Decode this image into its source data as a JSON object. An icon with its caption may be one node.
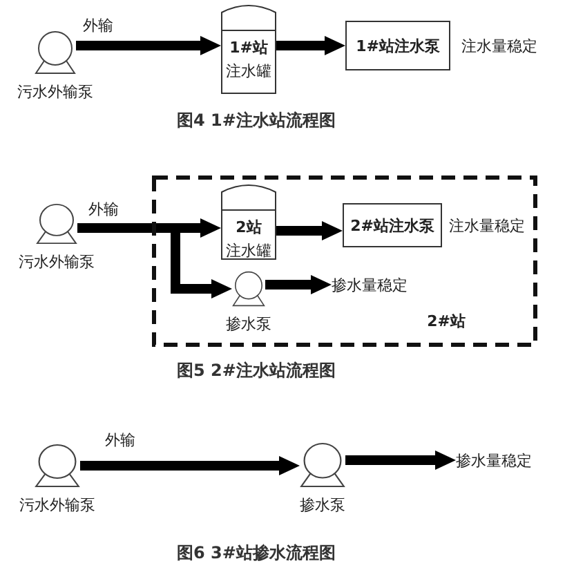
{
  "diagram": {
    "nodes": [
      {
        "text": [
          "污水外输泵"
        ]
      },
      {
        "text": [
          "1#站",
          "注水罐"
        ]
      },
      {
        "text": [
          "1#站注水泵"
        ],
        "beside": [
          "注水量稳定"
        ]
      },
      {
        "text": [
          "2#站"
        ]
      },
      {
        "text": [
          "污水外输泵"
        ]
      },
      {
        "text": [
          "2站",
          "注水罐"
        ],
        "in": 3
      },
      {
        "text": [
          "2#站注水泵"
        ],
        "in": 3,
        "beside": [
          "注水量稳定"
        ]
      },
      {
        "text": [
          "掺水泵"
        ],
        "in": 3
      },
      {
        "text": [
          "掺水量稳定"
        ],
        "in": 3
      },
      {
        "text": [
          "污水外输泵"
        ]
      },
      {
        "text": [
          "掺水泵"
        ]
      },
      {
        "text": [
          "掺水量稳定"
        ]
      }
    ],
    "edges": [
      {
        "from": 0,
        "to": 1,
        "arrow": "to",
        "label": "外输"
      },
      {
        "from": 1,
        "to": 2,
        "arrow": "to"
      },
      {
        "from": 4,
        "to": 5,
        "arrow": "to",
        "label": "外输"
      },
      {
        "from": 4,
        "to": 7,
        "arrow": "to"
      },
      {
        "from": 5,
        "to": 6,
        "arrow": "to"
      },
      {
        "from": 7,
        "to": 8,
        "arrow": "to"
      },
      {
        "from": 9,
        "to": 10,
        "arrow": "to",
        "label": "外输"
      },
      {
        "from": 10,
        "to": 11,
        "arrow": "to"
      }
    ],
    "labels": [
      "图4 1#注水站流程图",
      "图5 2#注水站流程图",
      "图6 3#站掺水流程图"
    ]
  }
}
